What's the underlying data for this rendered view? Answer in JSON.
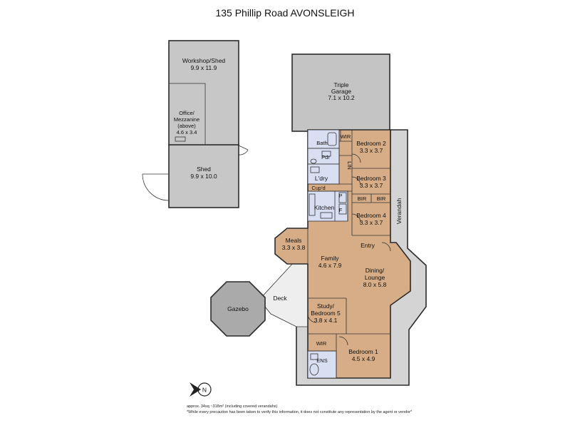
{
  "title": "135 Phillip Road AVONSLEIGH",
  "colors": {
    "shed_fill": "#c7c7c7",
    "garage_fill": "#c4c4c4",
    "living_fill": "#d6ad86",
    "wet_area_fill": "#d9dff2",
    "veranda_fill": "#d4d4d4",
    "deck_fill": "#eeeeee",
    "gazebo_fill": "#aaaaaa"
  },
  "rooms": {
    "workshop_name": "Workshop/Shed",
    "workshop_size": "9.9 x 11.9",
    "office_line1": "Office/",
    "office_line2": "Mezzanine",
    "office_line3": "(above)",
    "office_size": "4.6 x 3.4",
    "shed_name": "Shed",
    "shed_size": "9.9 x 10.0",
    "garage_line1": "Triple",
    "garage_line2": "Garage",
    "garage_size": "7.1 x 10.2",
    "bath": "Bath",
    "wir_top": "WIR",
    "pdr": "Pdr",
    "lin": "LIN",
    "ldry": "L'dry",
    "cupd": "Cup'd",
    "pantry": "P",
    "fridge": "F",
    "kitchen": "Kitchen",
    "bed2_name": "Bedroom 2",
    "bed2_size": "3.3 x 3.7",
    "bed3_name": "Bedroom 3",
    "bed3_size": "3.3 x 3.7",
    "bir1": "BIR",
    "bir2": "BIR",
    "bed4_name": "Bedroom 4",
    "bed4_size": "3.3 x 3.7",
    "verandah": "Verandah",
    "meals_name": "Meals",
    "meals_size": "3.3 x 3.8",
    "entry": "Entry",
    "family_name": "Family",
    "family_size": "4.6 x 7.9",
    "dining_line1": "Dining/",
    "dining_line2": "Lounge",
    "dining_size": "8.0 x 5.8",
    "gazebo": "Gazebo",
    "deck": "Deck",
    "study_line1": "Study/",
    "study_line2": "Bedroom 5",
    "study_size": "3.8 x 4.1",
    "wir_bottom": "WIR",
    "ens": "ENS",
    "bed1_name": "Bedroom 1",
    "bed1_size": "4.5 x 4.9"
  },
  "compass_letter": "N",
  "notes": {
    "area": "approx. 34sq ~318m² (including covered verandahs)",
    "disclaimer": "*While every precaution has been taken to verify this information, it does not constitute any representation by the agent or vendor*"
  }
}
